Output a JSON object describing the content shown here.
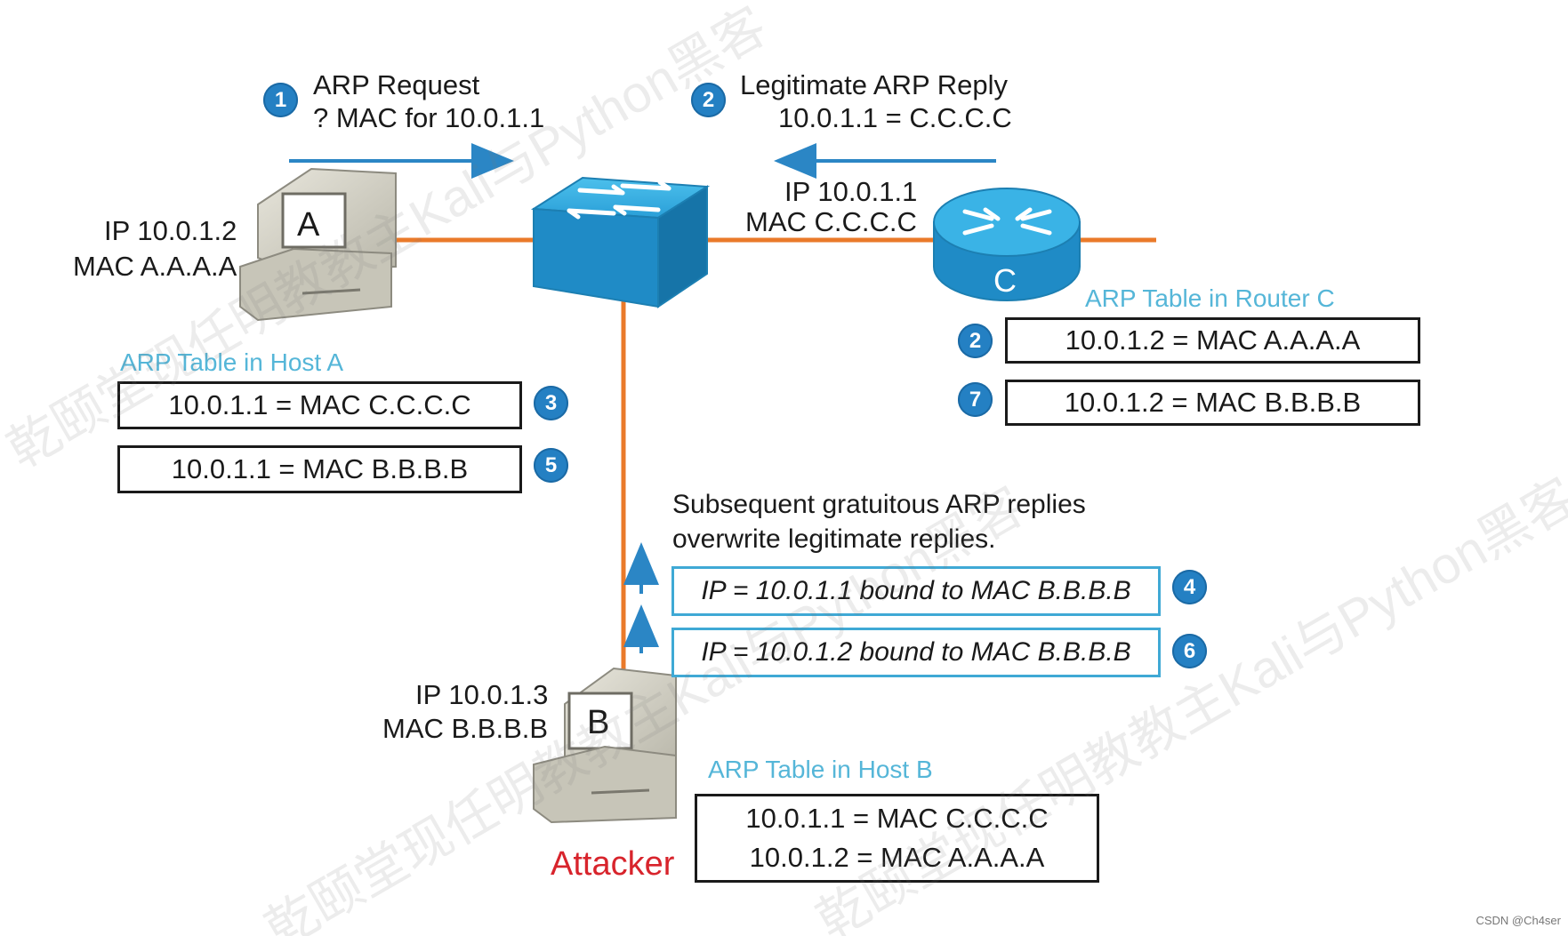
{
  "step1": {
    "badge": "1",
    "line1": "ARP Request",
    "line2": "? MAC for 10.0.1.1"
  },
  "step2": {
    "badge": "2",
    "line1": "Legitimate ARP Reply",
    "line2": "10.0.1.1 = C.C.C.C"
  },
  "router_label": {
    "ip": "IP 10.0.1.1",
    "mac": "MAC C.C.C.C",
    "letter": "C"
  },
  "host_a": {
    "ip": "IP 10.0.1.2",
    "mac": "MAC A.A.A.A",
    "letter": "A"
  },
  "host_b": {
    "ip": "IP 10.0.1.3",
    "mac": "MAC B.B.B.B",
    "letter": "B",
    "role": "Attacker"
  },
  "table_a": {
    "caption": "ARP Table in Host A",
    "rows": [
      {
        "text": "10.0.1.1 = MAC C.C.C.C",
        "badge": "3"
      },
      {
        "text": "10.0.1.1 = MAC B.B.B.B",
        "badge": "5"
      }
    ]
  },
  "table_c": {
    "caption": "ARP Table in Router C",
    "rows": [
      {
        "text": "10.0.1.2 = MAC A.A.A.A",
        "badge": "2"
      },
      {
        "text": "10.0.1.2 = MAC B.B.B.B",
        "badge": "7"
      }
    ]
  },
  "gratuitous": {
    "line1": "Subsequent gratuitous ARP replies",
    "line2": "overwrite legitimate replies.",
    "replies": [
      {
        "text": "IP = 10.0.1.1 bound to MAC B.B.B.B",
        "badge": "4"
      },
      {
        "text": "IP = 10.0.1.2 bound to MAC B.B.B.B",
        "badge": "6"
      }
    ]
  },
  "table_b": {
    "caption": "ARP Table in Host B",
    "rows": [
      "10.0.1.1 = MAC C.C.C.C",
      "10.0.1.2 = MAC A.A.A.A"
    ]
  },
  "watermark": {
    "text": "乾颐堂现任明教教主Kali与Python黑客"
  },
  "footer": "CSDN @Ch4ser",
  "colors": {
    "link": "#ea7a2a",
    "arrow": "#2b86c5",
    "badge": "#2480c3",
    "caption": "#55b6d8",
    "attacker": "#d8242c",
    "device_blue": "#2aa0dc",
    "pc_body": "#d3d1c4"
  }
}
